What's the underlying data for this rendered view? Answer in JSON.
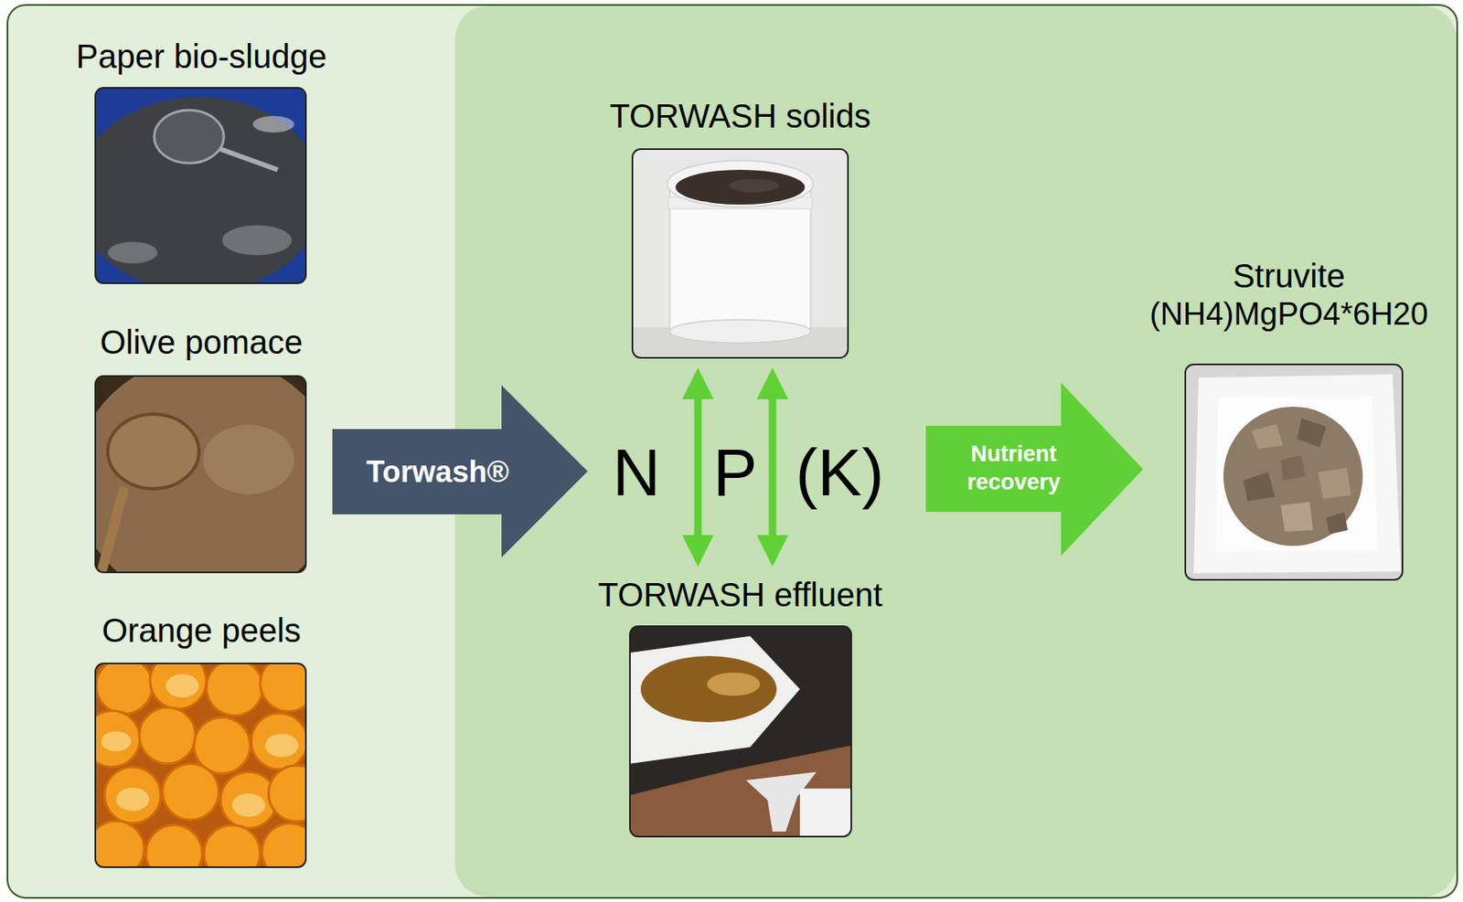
{
  "diagram": {
    "nodes": [
      {
        "text": [
          "Paper bio-sludge"
        ]
      },
      {
        "text": [
          "Olive pomace"
        ]
      },
      {
        "text": [
          "Orange peels"
        ]
      },
      {
        "text": [
          "Torwash®"
        ]
      },
      {
        "text": [
          "TORWASH solids"
        ]
      },
      {
        "text": [
          "TORWASH effluent"
        ]
      },
      {
        "text": [
          "Nutrient recovery"
        ]
      },
      {
        "text": [
          "Struvite",
          "(NH4)MgPO4*6H20"
        ]
      }
    ],
    "edges": [
      {
        "from": 4,
        "to": 5,
        "arrow": "both"
      },
      {
        "from": 4,
        "to": 5,
        "arrow": "both"
      }
    ],
    "labels": [
      "N",
      "P",
      "(K)"
    ]
  }
}
